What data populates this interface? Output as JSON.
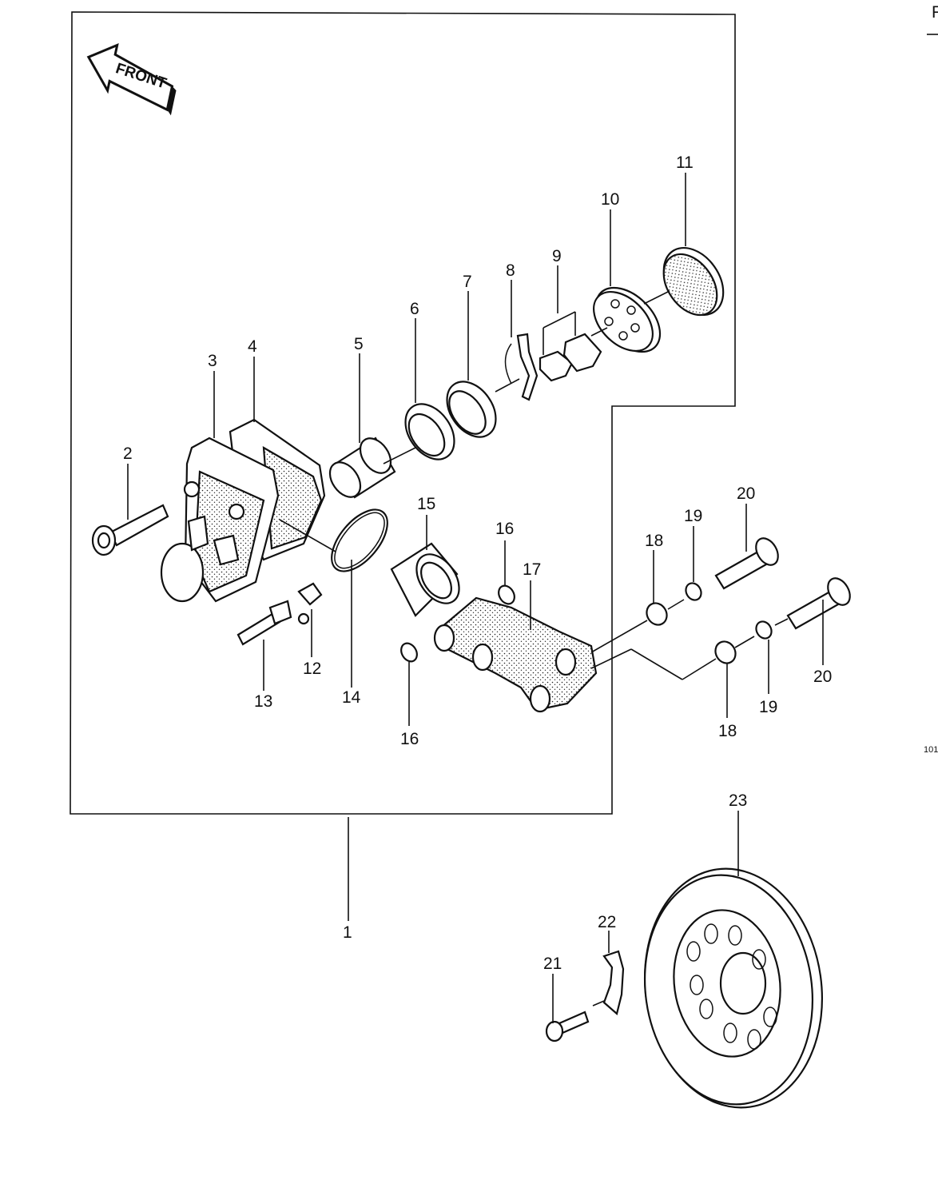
{
  "front_arrow": {
    "label": "FRONT"
  },
  "parts": [
    {
      "id": "1",
      "label": "1"
    },
    {
      "id": "2",
      "label": "2"
    },
    {
      "id": "3",
      "label": "3"
    },
    {
      "id": "4",
      "label": "4"
    },
    {
      "id": "5",
      "label": "5"
    },
    {
      "id": "6",
      "label": "6"
    },
    {
      "id": "7",
      "label": "7"
    },
    {
      "id": "8",
      "label": "8"
    },
    {
      "id": "9",
      "label": "9"
    },
    {
      "id": "10",
      "label": "10"
    },
    {
      "id": "11",
      "label": "11"
    },
    {
      "id": "12",
      "label": "12"
    },
    {
      "id": "13",
      "label": "13"
    },
    {
      "id": "14",
      "label": "14"
    },
    {
      "id": "15",
      "label": "15"
    },
    {
      "id": "16a",
      "label": "16"
    },
    {
      "id": "16b",
      "label": "16"
    },
    {
      "id": "17",
      "label": "17"
    },
    {
      "id": "18a",
      "label": "18"
    },
    {
      "id": "18b",
      "label": "18"
    },
    {
      "id": "19a",
      "label": "19"
    },
    {
      "id": "19b",
      "label": "19"
    },
    {
      "id": "20a",
      "label": "20"
    },
    {
      "id": "20b",
      "label": "20"
    },
    {
      "id": "21",
      "label": "21"
    },
    {
      "id": "22",
      "label": "22"
    },
    {
      "id": "23",
      "label": "23"
    }
  ],
  "edge_marks": {
    "top_right": "F",
    "side_code": "101"
  }
}
